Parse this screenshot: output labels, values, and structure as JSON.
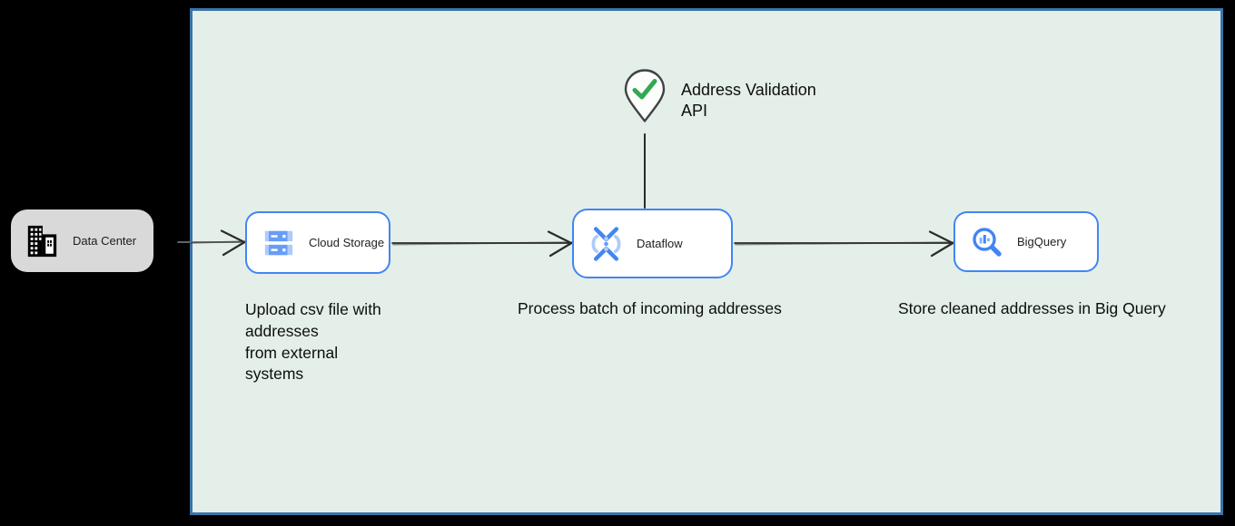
{
  "canvas": {
    "background_color": "#e3efe8",
    "border_color": "#3b74a8",
    "outer_background_color": "#000000"
  },
  "colors": {
    "service_border_blue": "#4285f4",
    "icon_blue_medium": "#4285f4",
    "icon_blue_light": "#aecbfa",
    "data_center_gray": "#d9d9d9",
    "check_green": "#34a853",
    "arrow_dark": "#2b2b2b"
  },
  "nodes": {
    "data_center": {
      "label": "Data Center",
      "icon": "building-icon"
    },
    "cloud_storage": {
      "label": "Cloud Storage",
      "icon": "cloud-storage-icon",
      "caption": "Upload csv file with\naddresses\nfrom external\nsystems"
    },
    "dataflow": {
      "label": "Dataflow",
      "icon": "dataflow-icon",
      "caption": "Process batch of incoming addresses"
    },
    "bigquery": {
      "label": "BigQuery",
      "icon": "bigquery-icon",
      "caption": "Store cleaned addresses in Big Query"
    }
  },
  "api": {
    "label": "Address Validation\nAPI",
    "icon": "map-pin-check-icon"
  },
  "flow": [
    "Data Center -> Cloud Storage",
    "Cloud Storage -> Dataflow",
    "Dataflow -> BigQuery",
    "Address Validation API -- Dataflow"
  ]
}
